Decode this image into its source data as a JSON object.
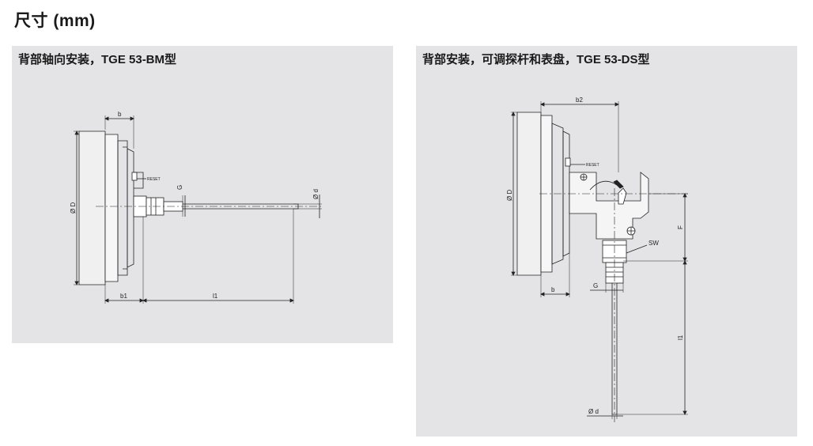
{
  "page": {
    "title": "尺寸 (mm)"
  },
  "left_panel": {
    "title": "背部轴向安装，TGE 53-BM型",
    "labels": {
      "b": "b",
      "b1": "b1",
      "l1": "l1",
      "D": "Ø D",
      "d": "Ø d",
      "G": "G",
      "reset": "RESET"
    }
  },
  "right_panel": {
    "title": "背部安装，可调探杆和表盘，TGE 53-DS型",
    "labels": {
      "b2": "b2",
      "b": "b",
      "G": "G",
      "F": "F",
      "SW": "SW",
      "l1": "l1",
      "D": "Ø D",
      "d": "Ø d",
      "reset": "RESET"
    }
  }
}
